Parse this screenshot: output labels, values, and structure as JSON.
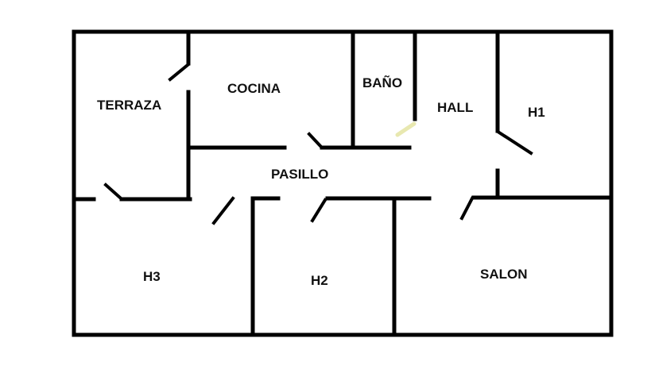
{
  "plan": {
    "wall_color": "#000000",
    "background_color": "#ffffff",
    "door_highlight_color": "#e8e8b0",
    "rooms": [
      {
        "id": "terraza",
        "label": "TERRAZA"
      },
      {
        "id": "cocina",
        "label": "COCINA"
      },
      {
        "id": "bano",
        "label": "BAÑO"
      },
      {
        "id": "hall",
        "label": "HALL"
      },
      {
        "id": "h1",
        "label": "H1"
      },
      {
        "id": "pasillo",
        "label": "PASILLO"
      },
      {
        "id": "h3",
        "label": "H3"
      },
      {
        "id": "h2",
        "label": "H2"
      },
      {
        "id": "salon",
        "label": "SALON"
      }
    ]
  }
}
